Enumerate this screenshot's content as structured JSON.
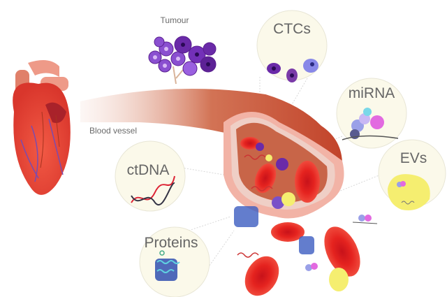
{
  "title": "Liquid biopsy biomarkers in blood",
  "labels": {
    "tumour": "Tumour",
    "blood_vessel": "Blood vessel",
    "ctcs": "CTCs",
    "mirna": "miRNA",
    "evs": "EVs",
    "ctdna": "ctDNA",
    "proteins": "Proteins"
  },
  "colors": {
    "circle_fill": "#fbf9ea",
    "vessel": "#c8492d",
    "rbc": "#e8231f",
    "tumour": "#6a2aa8",
    "ev": "#f5ee70",
    "text": "#666666"
  }
}
